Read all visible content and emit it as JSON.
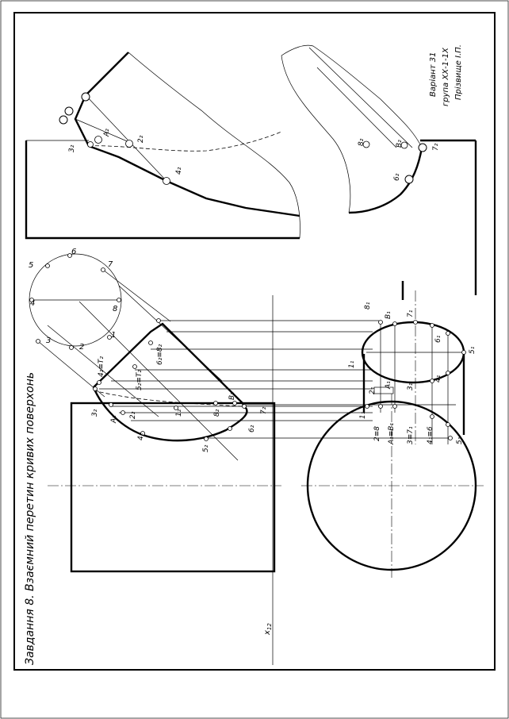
{
  "title": "Завдання 8. Взаємний перетин кривих поверхонь",
  "stamp": {
    "variant": "Варіант 31",
    "group": "група ХХ-1-1Х",
    "name": "Прізвище І.П."
  },
  "axis_label": "x",
  "axis_sub": "12",
  "labels": {
    "circle": [
      "1",
      "2",
      "3",
      "4",
      "5",
      "6",
      "7",
      "8"
    ],
    "front": [
      "1₂",
      "2₂",
      "3₂",
      "4₂",
      "5₂",
      "6₂",
      "7₂",
      "8₂",
      "A₂",
      "B₂",
      "4₂≡T₂",
      "5₂≡T₂",
      "6₂≡8₂"
    ],
    "top": [
      "1₁",
      "2₁",
      "3₁",
      "4₁",
      "5₁",
      "6₁",
      "7₁",
      "8₁",
      "A₁",
      "B₁",
      "2≡8",
      "A₁≡B₁",
      "3≡7₁",
      "4₁≡6"
    ],
    "upper": [
      "3₂",
      "A₂",
      "2₂",
      "4₂",
      "8₂",
      "B₂",
      "7₂",
      "6₂"
    ]
  }
}
